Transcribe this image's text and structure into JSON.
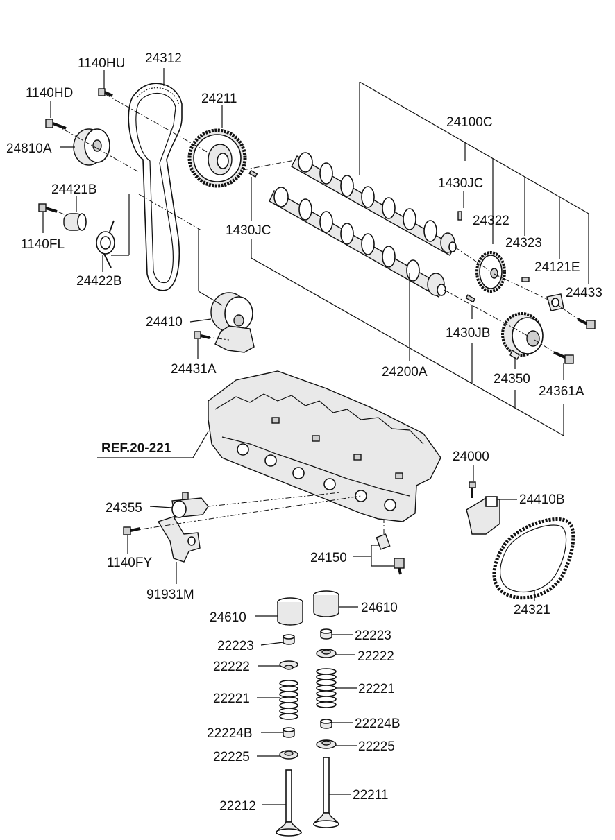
{
  "labels": {
    "p1140HU": "1140HU",
    "p24312": "24312",
    "p1140HD": "1140HD",
    "p24211": "24211",
    "p24810A": "24810A",
    "p24100C": "24100C",
    "p24421B": "24421B",
    "p1430JC_a": "1430JC",
    "p1430JC_b": "1430JC",
    "p24322": "24322",
    "p1140FL": "1140FL",
    "p24323": "24323",
    "p24422B": "24422B",
    "p24121E": "24121E",
    "p24433": "24433",
    "p24410": "24410",
    "p1430JB": "1430JB",
    "p24431A": "24431A",
    "p24200A": "24200A",
    "p24350": "24350",
    "p24361A": "24361A",
    "ref": "REF.20-221",
    "p24000": "24000",
    "p24355": "24355",
    "p24410B": "24410B",
    "p1140FY": "1140FY",
    "p24150": "24150",
    "p91931M": "91931M",
    "p24321": "24321",
    "p24610_l": "24610",
    "p24610_r": "24610",
    "p22223_l": "22223",
    "p22223_r": "22223",
    "p22222_l": "22222",
    "p22222_r": "22222",
    "p22221_l": "22221",
    "p22221_r": "22221",
    "p22224B_l": "22224B",
    "p22224B_r": "22224B",
    "p22225_l": "22225",
    "p22225_r": "22225",
    "p22212": "22212",
    "p22211": "22211"
  }
}
